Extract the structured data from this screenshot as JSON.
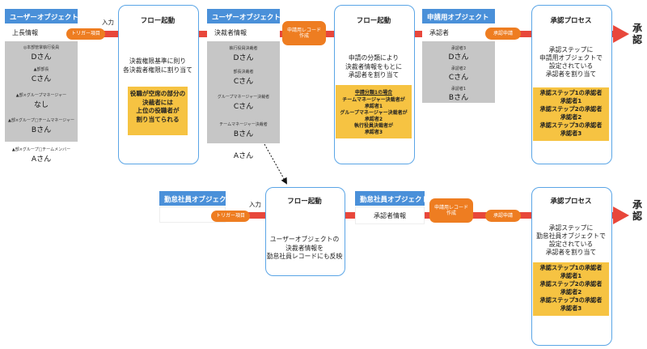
{
  "user_object_1": {
    "header": "ユーザーオブジェクト",
    "field": "上長情報",
    "rows": [
      {
        "role": "◎本部管掌執行役員",
        "name": "Dさん"
      },
      {
        "role": "▲部部長",
        "name": "Cさん"
      },
      {
        "role": "▲部×グループマネージャー",
        "name": "なし"
      },
      {
        "role": "▲部×グループ□チームマネージャー",
        "name": "Bさん"
      }
    ],
    "bottom_role": "▲部×グループ□チームメンバー",
    "bottom_name": "Aさん"
  },
  "trigger_1": "トリガー項目",
  "input_label_1": "入力",
  "flow_1": {
    "title": "フロー起動",
    "desc": "決裁権限基準に則り\n各決裁者権限に割り当て",
    "note": "役職が空席の部分の\n決裁者には\n上位の役職者が\n割り当てられる"
  },
  "user_object_2": {
    "header": "ユーザーオブジェクト",
    "field": "決裁者情報",
    "rows": [
      {
        "role": "執行役員決裁者",
        "name": "Dさん"
      },
      {
        "role": "部長決裁者",
        "name": "Cさん"
      },
      {
        "role": "グループマネージャー決裁者",
        "name": "Cさん"
      },
      {
        "role": "チームマネージャー決裁者",
        "name": "Bさん"
      }
    ],
    "bottom_name": "Aさん"
  },
  "record_create_1": "申請用レコード\n作成",
  "flow_2": {
    "title": "フロー起動",
    "desc": "申請の分類により\n決裁者情報をもとに\n承認者を割り当て",
    "note_title": "申請分類1の場合",
    "note_body": "チームマネージャー決裁者が\n承認者1\nグループマネージャー決裁者が\n承認者2\n執行役員決裁者が\n承認者3"
  },
  "app_object": {
    "header": "申請用オブジェクト",
    "field": "承認者",
    "rows": [
      {
        "role": "承認者3",
        "name": "Dさん"
      },
      {
        "role": "承認者2",
        "name": "Cさん"
      },
      {
        "role": "承認者1",
        "name": "Bさん"
      }
    ]
  },
  "approval_request_1": "承認申請",
  "process_1": {
    "title": "承認プロセス",
    "desc": "承認ステップに\n申請用オブジェクトで\n設定されている\n承認者を割り当て",
    "note": "承認ステップ1の承認者\n承認者1\n承認ステップ2の承認者\n承認者2\n承認ステップ3の承認者\n承認者3"
  },
  "result_1": "承\n認",
  "emp_object_1": {
    "header": "勤怠社員オブジェクト"
  },
  "trigger_2": "トリガー項目",
  "input_label_2": "入力",
  "flow_3": {
    "title": "フロー起動",
    "desc": "ユーザーオブジェクトの\n決裁者情報を\n勤怠社員レコードにも反映"
  },
  "emp_object_2": {
    "header": "勤怠社員オブジェクト",
    "field": "承認者情報"
  },
  "record_create_2": "申請用レコード\n作成",
  "approval_request_2": "承認申請",
  "process_2": {
    "title": "承認プロセス",
    "desc": "承認ステップに\n勤怠社員オブジェクトで\n設定されている\n承認者を割り当て",
    "note": "承認ステップ1の承認者\n承認者1\n承認ステップ2の承認者\n承認者2\n承認ステップ3の承認者\n承認者3"
  },
  "result_2": "承\n認",
  "colors": {
    "arrow": "#e8473b",
    "blue": "#4a90d9",
    "border": "#5aa5e6",
    "orange": "#ee7d21",
    "yellow": "#f6c342",
    "grey": "#c6c6c6"
  }
}
